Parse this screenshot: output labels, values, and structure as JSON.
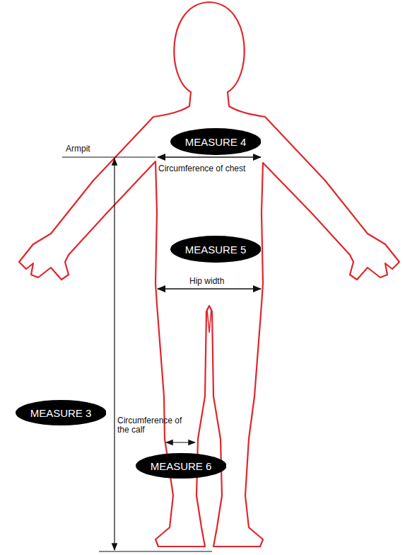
{
  "diagram": {
    "nodes": [
      {
        "text": [
          "MEASURE 4"
        ]
      },
      {
        "text": [
          "MEASURE 5"
        ]
      },
      {
        "text": [
          "MEASURE 3"
        ]
      },
      {
        "text": [
          "MEASURE 6"
        ]
      }
    ],
    "labels": [
      "Armpit",
      "Circumference of chest",
      "Hip width",
      "Circumference of the calf"
    ]
  }
}
